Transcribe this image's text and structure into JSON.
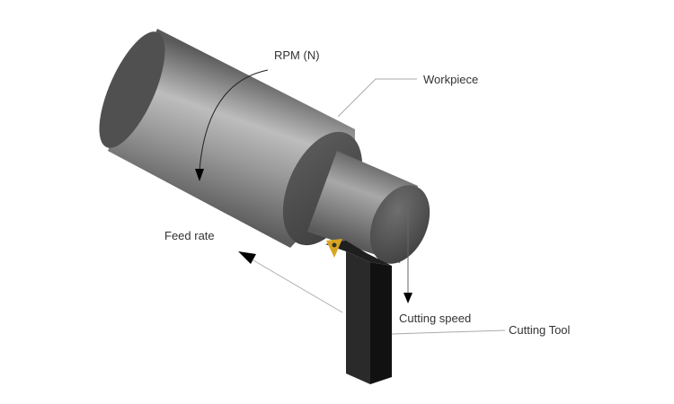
{
  "labels": {
    "rpm": "RPM (N)",
    "workpiece": "Workpiece",
    "feed_rate": "Feed rate",
    "cutting_speed": "Cutting speed",
    "cutting_tool": "Cutting Tool"
  },
  "colors": {
    "metal_dark": "#4a4a4a",
    "metal_light": "#bdbdbd",
    "tool_body": "#1a1a1a",
    "insert": "#d9a520",
    "leader_line": "#999999",
    "arrow": "#000000",
    "text": "#333333"
  }
}
